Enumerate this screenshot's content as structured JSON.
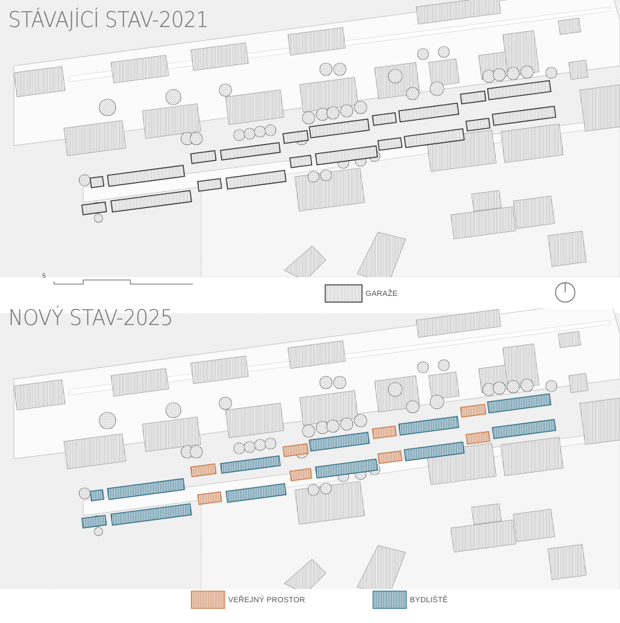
{
  "plans": [
    {
      "title": "STÁVAJÍCÍ STAV-2021",
      "variant": "existing"
    },
    {
      "title": "NOVÝ STAV-2025",
      "variant": "proposed"
    }
  ],
  "scale_bar": {
    "label": "5"
  },
  "legend": {
    "garages": {
      "label": "GARAŽE"
    },
    "public_space": {
      "label": "VEŘEJNÝ PROSTOR",
      "color": "#c87a4c"
    },
    "housing": {
      "label": "BYDLIŠTĚ",
      "color": "#2f6d85"
    }
  },
  "north_arrow": "north-arrow-icon",
  "colors": {
    "buildings": "#8a8a8a",
    "ground": "#f2f2f2",
    "garage_outline": "#2a2a2a"
  }
}
